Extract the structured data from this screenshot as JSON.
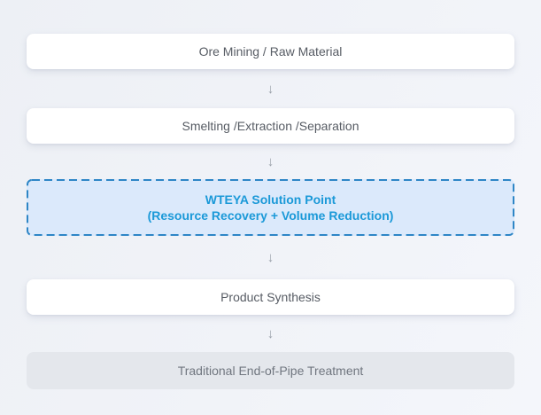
{
  "page": {
    "background_top": "#edf0f5",
    "background_bottom": "#f4f6fb"
  },
  "flow": {
    "arrow_glyph": "↓",
    "boxes": [
      {
        "label": "Ore Mining / Raw Material",
        "variant": "white"
      },
      {
        "label": "Smelting /Extraction /Separation",
        "variant": "white"
      },
      {
        "line1": "WTEYA Solution Point",
        "line2": "(Resource Recovery + Volume Reduction)",
        "variant": "highlight"
      },
      {
        "label": "Product Synthesis",
        "variant": "white"
      },
      {
        "label": "Traditional End-of-Pipe Treatment",
        "variant": "gray"
      }
    ],
    "colors": {
      "accent_text": "#1b99d8",
      "highlight_border": "#2e86c6",
      "highlight_bg": "#dbe9fb",
      "box_bg": "#ffffff",
      "box_text": "#575c64",
      "gray_box_bg": "#e4e7ec",
      "gray_box_text": "#70767f",
      "arrow": "#9ba1aa"
    }
  }
}
